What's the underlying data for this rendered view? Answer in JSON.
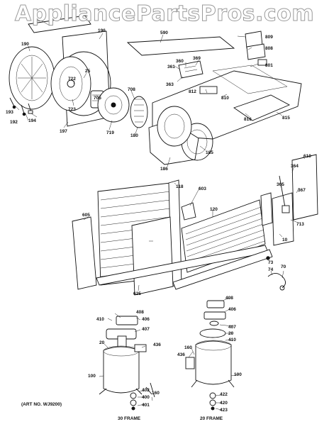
{
  "watermark": "AppliancePartsPros.com",
  "art_number": "(ART NO. WJ9200)",
  "frames": {
    "thirty": "30 FRAME",
    "twenty": "20 FRAME"
  },
  "callouts": {
    "c815a": "815",
    "c196a": "196",
    "c190": "190",
    "c25": "25",
    "c722": "722",
    "c723": "723",
    "c705": "705",
    "c708": "708",
    "c193": "193",
    "c192": "192",
    "c194": "194",
    "c197": "197",
    "c719": "719",
    "c180": "180",
    "c590": "590",
    "c809": "809",
    "c808": "808",
    "c801": "801",
    "c360": "360",
    "c369": "369",
    "c361": "361",
    "c363": "363",
    "c812": "812",
    "c810": "810",
    "c816": "816",
    "c815b": "815",
    "c185": "185",
    "c186": "186",
    "c118": "118",
    "c603": "603",
    "c120": "120",
    "c610": "610",
    "c364": "364",
    "c365": "365",
    "c367": "367",
    "c605": "605",
    "c713": "713",
    "c10": "10",
    "c73": "73",
    "c74": "74",
    "c70": "70",
    "c625": "625",
    "l408": "408",
    "l410": "410",
    "l406": "406",
    "l407": "407",
    "l20": "20",
    "l436": "436",
    "l100": "100",
    "l402": "402",
    "l400": "400",
    "l401": "401",
    "l160": "160",
    "r408": "408",
    "r406": "406",
    "r407": "407",
    "r20": "20",
    "r410": "410",
    "r160": "160",
    "r436": "436",
    "r100": "100",
    "r422": "422",
    "r420": "420",
    "r423": "423"
  }
}
